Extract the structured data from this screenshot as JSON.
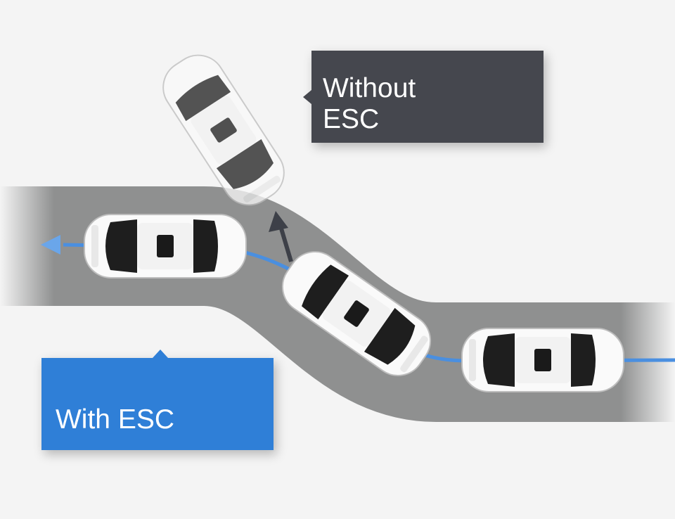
{
  "labels": {
    "without_esc": [
      "Without",
      "ESC"
    ],
    "with_esc": "With ESC"
  },
  "colors": {
    "background": "#f4f4f4",
    "road": "#8f9090",
    "esc_path": "#4a8fe0",
    "without_box": "#45474e",
    "with_box": "#2f7fd7"
  }
}
